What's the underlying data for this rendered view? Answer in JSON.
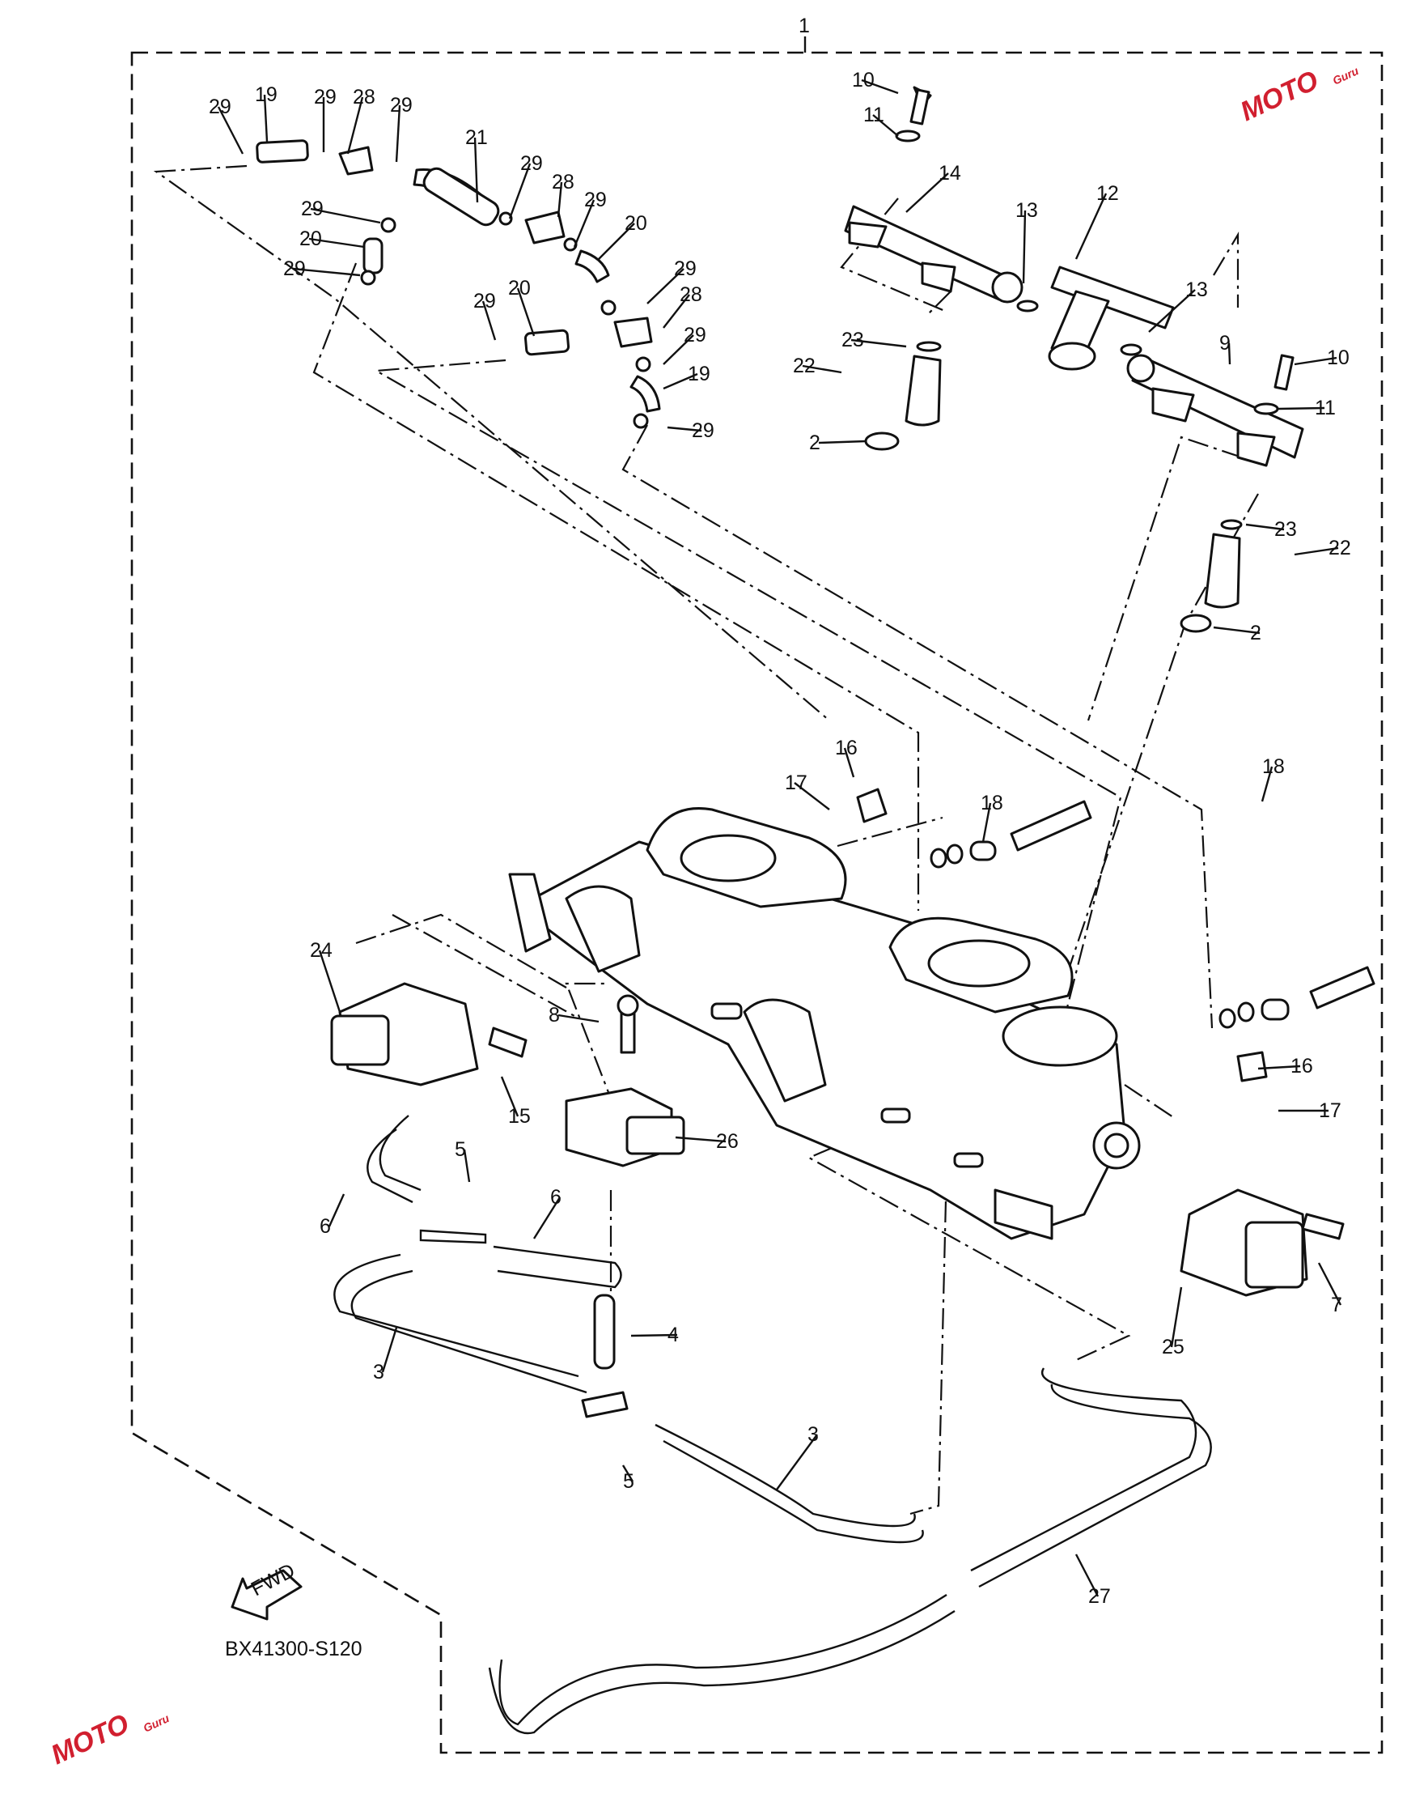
{
  "diagram": {
    "assembly_number": "1",
    "code": "BX41300-S120",
    "direction": "FWD",
    "watermark": "MOTO",
    "watermark_sub": "Guru",
    "labels": [
      "29",
      "19",
      "29",
      "28",
      "29",
      "21",
      "29",
      "28",
      "29",
      "20",
      "29",
      "20",
      "29",
      "29",
      "20",
      "29",
      "28",
      "29",
      "19",
      "29",
      "10",
      "11",
      "14",
      "12",
      "13",
      "13",
      "9",
      "10",
      "11",
      "23",
      "22",
      "2",
      "23",
      "22",
      "2",
      "16",
      "17",
      "18",
      "18",
      "16",
      "17",
      "24",
      "8",
      "15",
      "26",
      "5",
      "6",
      "6",
      "4",
      "3",
      "5",
      "3",
      "27",
      "7",
      "25"
    ]
  }
}
